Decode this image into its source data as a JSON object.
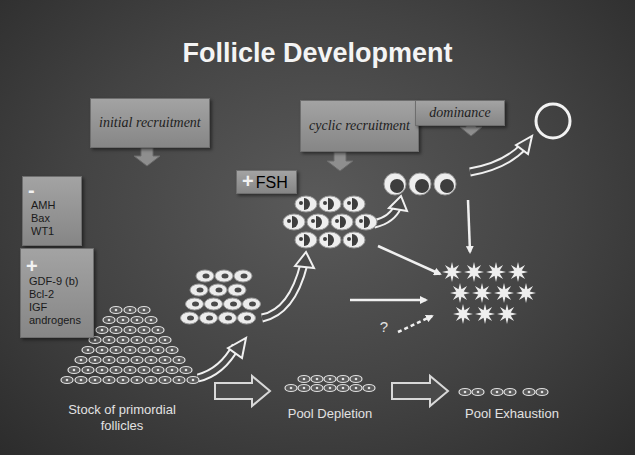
{
  "diagram": {
    "title": "Follicle Development",
    "nodes": [
      {
        "text": [
          "initial recruitment"
        ]
      },
      {
        "text": [
          "cyclic recruitment"
        ]
      },
      {
        "text": [
          "dominance"
        ]
      },
      {
        "text": [
          "-",
          "AMH",
          "Bax",
          "WT1"
        ]
      },
      {
        "text": [
          "+",
          "FSH"
        ]
      },
      {
        "text": [
          "+",
          "GDF-9 (b)",
          "Bcl-2",
          "IGF",
          "androgens"
        ]
      }
    ],
    "labels": [
      "Stock of primordial follicles",
      "Pool Depletion",
      "Pool Exhaustion",
      "?"
    ]
  }
}
